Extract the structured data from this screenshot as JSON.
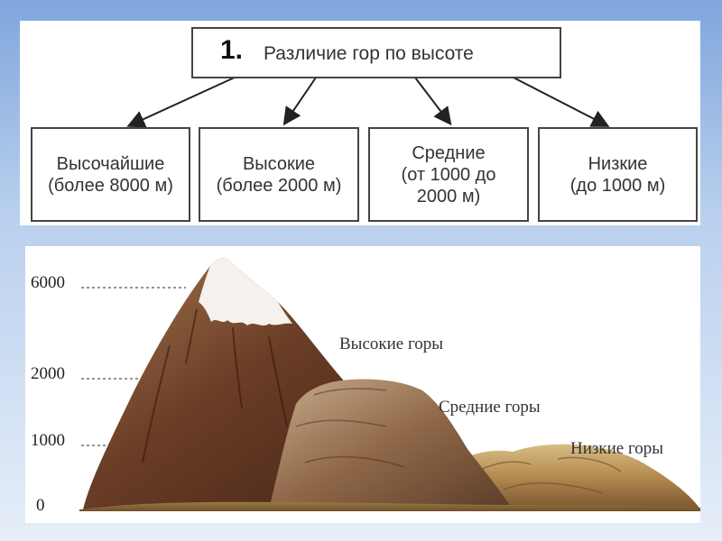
{
  "header": {
    "number": "1.",
    "title": "Различие гор по высоте"
  },
  "categories": [
    {
      "name": "Высочайшие",
      "range": "(более 8000 м)"
    },
    {
      "name": "Высокие",
      "range": "(более 2000 м)"
    },
    {
      "name": "Средние",
      "range_line1": "(от 1000 до",
      "range_line2": "2000 м)"
    },
    {
      "name": "Низкие",
      "range": "(до 1000 м)"
    }
  ],
  "illustration": {
    "height_ticks": [
      "6000",
      "2000",
      "1000",
      "0"
    ],
    "zone_labels": {
      "high": "Высокие горы",
      "medium": "Средние горы",
      "low": "Низкие горы"
    }
  }
}
